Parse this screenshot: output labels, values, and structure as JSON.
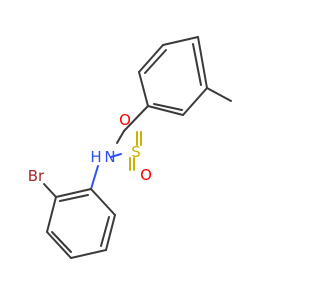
{
  "atoms": {
    "sulfur": {
      "label": "S",
      "color": "#c9b200"
    },
    "oxygen_top": {
      "label": "O",
      "color": "#ff0000"
    },
    "oxygen_bottom": {
      "label": "O",
      "color": "#ff0000"
    },
    "nh": {
      "label": "N",
      "h_label": "H",
      "color": "#3050f8"
    },
    "bromine": {
      "label": "Br",
      "color": "#a62929"
    }
  },
  "colors": {
    "bond": "#3a3a3a",
    "background": "#ffffff"
  }
}
